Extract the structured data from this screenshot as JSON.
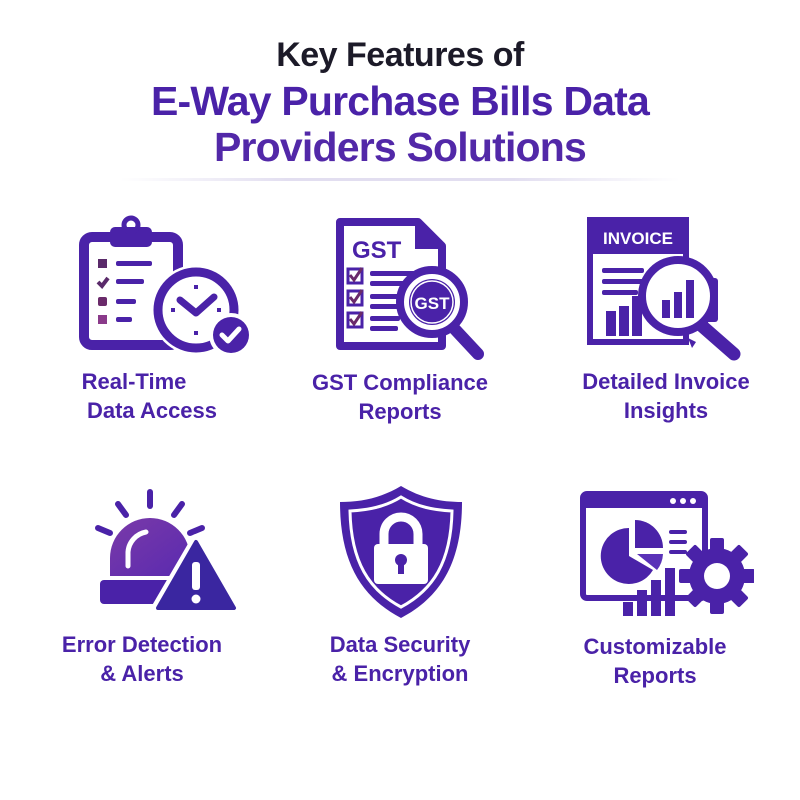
{
  "header": {
    "title_line1": "Key Features of",
    "title_line2": "E-Way Purchase Bills Data",
    "title_line3": "Providers Solutions"
  },
  "colors": {
    "primary": "#4a22a8",
    "dark_text": "#1c1a28",
    "accent_magenta": "#8a3a8a",
    "background": "#ffffff"
  },
  "features": [
    {
      "icon": "clipboard-clock-check-icon",
      "line1": "Real-Time",
      "line2": "Data Access"
    },
    {
      "icon": "gst-document-magnifier-icon",
      "line1": "GST Compliance",
      "line2": "Reports",
      "doc_text": "GST",
      "lens_text": "GST"
    },
    {
      "icon": "invoice-chart-magnifier-icon",
      "line1": "Detailed Invoice",
      "line2": "Insights",
      "doc_text": "INVOICE"
    },
    {
      "icon": "siren-warning-icon",
      "line1": "Error Detection",
      "line2": "& Alerts"
    },
    {
      "icon": "shield-lock-icon",
      "line1": "Data Security",
      "line2": "& Encryption"
    },
    {
      "icon": "report-window-gear-icon",
      "line1": "Customizable",
      "line2": "Reports"
    }
  ]
}
